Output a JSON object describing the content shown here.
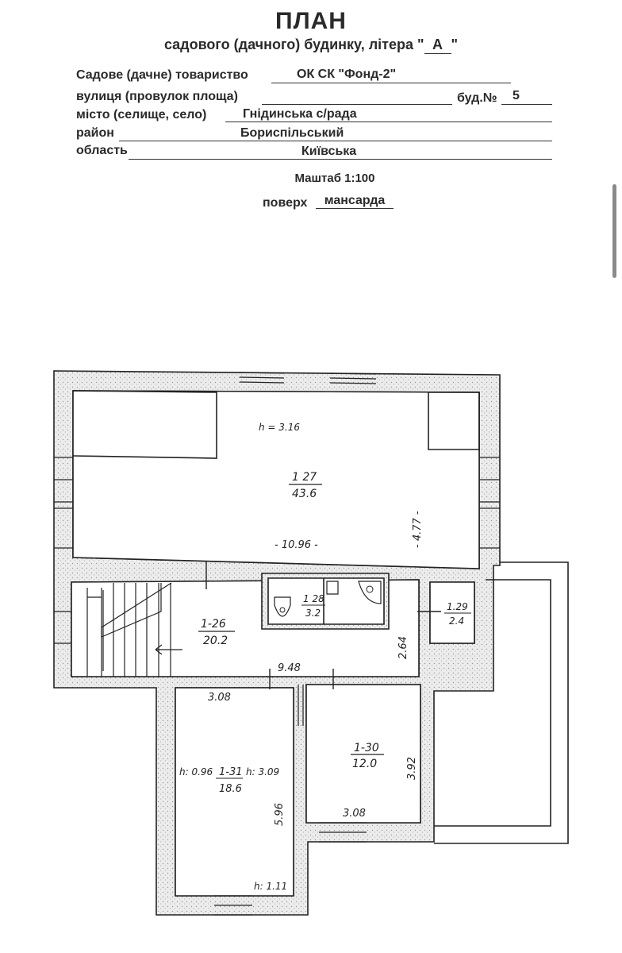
{
  "header": {
    "title": "ПЛАН",
    "subtitle_prefix": "садового (дачного) будинку, літера \"",
    "letter": "А",
    "subtitle_suffix": "\""
  },
  "fields": {
    "partnership_label": "Садове (дачне) товариство",
    "partnership_value": "ОК СК \"Фонд-2\"",
    "street_label": "вулиця (провулок площа)",
    "building_label": "буд.№",
    "building_value": "5",
    "city_label": "місто (селище, село)",
    "city_value": "Гнідинська с/рада",
    "district_label": "район",
    "district_value": "Бориспільський",
    "region_label": "область",
    "region_value": "Київська"
  },
  "scale": "Маштаб 1:100",
  "floor": {
    "label": "поверх",
    "value": "мансарда"
  },
  "plan": {
    "rooms": [
      {
        "id": "1-27",
        "label": "1 27",
        "area": "43.6"
      },
      {
        "id": "1-26",
        "label": "1-26",
        "area": "20.2"
      },
      {
        "id": "1-28",
        "label": "1 28",
        "area": "3.2"
      },
      {
        "id": "1-29",
        "label": "1.29",
        "area": "2.4"
      },
      {
        "id": "1-30",
        "label": "1-30",
        "area": "12.0"
      },
      {
        "id": "1-31",
        "label": "1-31",
        "area": "18.6"
      }
    ],
    "dimensions": {
      "h_top": "h = 3.16",
      "length_top": "- 10.96 -",
      "depth_top": "- 4.77 -",
      "corridor_len": "9.48",
      "corridor_depth": "2.64",
      "room31_width": "3.08",
      "room31_height_left": "h: 0.96",
      "room31_height_right": "h: 3.09",
      "room31_depth": "5.96",
      "room31_bottom": "h: 1.11",
      "room30_depth": "3.92",
      "room30_width": "3.08"
    },
    "colors": {
      "ink": "#222222",
      "wall_fill": "#e4e4e4",
      "paper": "#ffffff"
    }
  }
}
